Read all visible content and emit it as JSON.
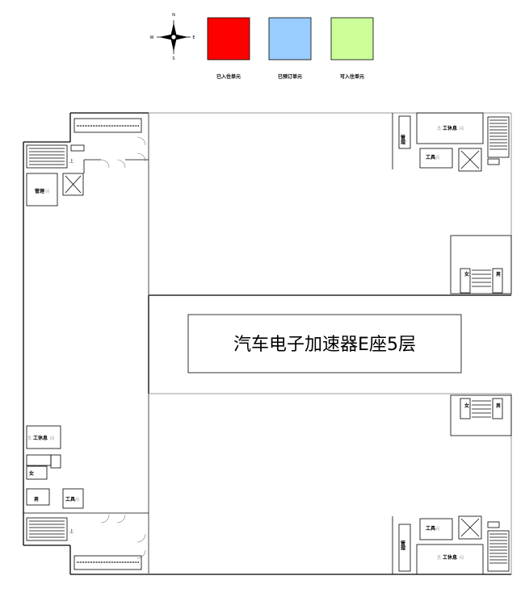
{
  "compass": {
    "n": "N",
    "s": "S",
    "e": "E",
    "w": "W"
  },
  "legend": [
    {
      "label": "已入住单元",
      "color": "#ff0000"
    },
    {
      "label": "已预订单元",
      "color": "#99ccff"
    },
    {
      "label": "可入住单元",
      "color": "#ccff99"
    }
  ],
  "title": "汽车电子加速器E座5层",
  "rooms": {
    "management": "管理",
    "room_char": "间",
    "staff_char": "员",
    "rest": "工休息",
    "tools": "工具",
    "women": "女",
    "men": "男",
    "up": "上"
  }
}
